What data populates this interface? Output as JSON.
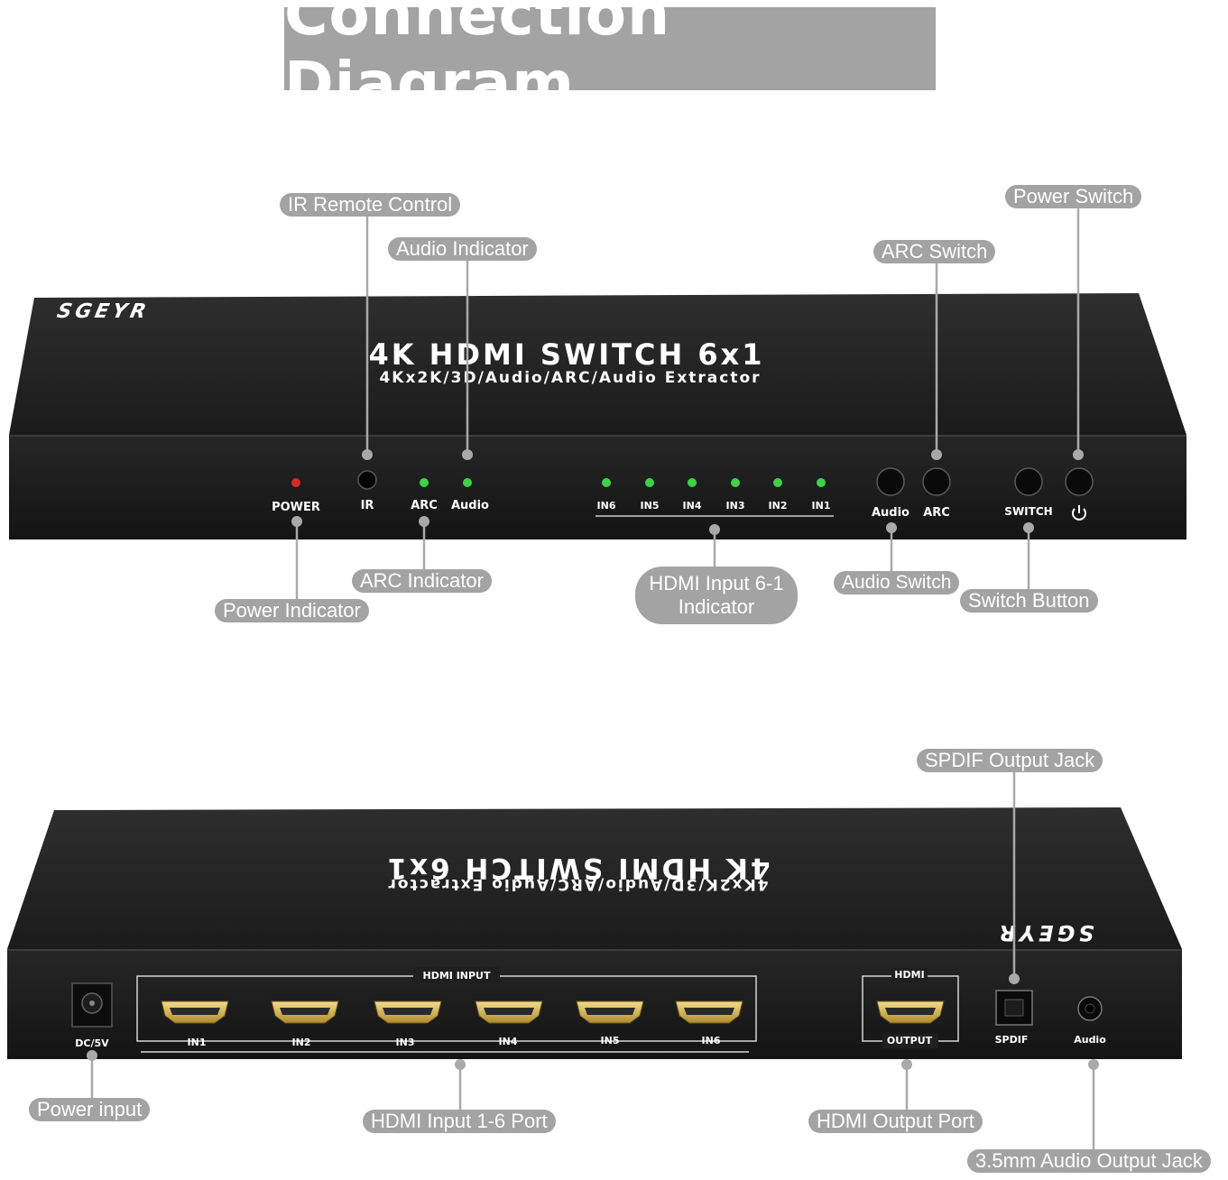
{
  "title": "Connection Diagram",
  "front_panel": {
    "brand": "SGEYR",
    "model_line": "4K HDMI SWITCH 6x1",
    "spec_line": "4Kx2K/3D/Audio/ARC/Audio Extractor",
    "panel_labels": {
      "power": "POWER",
      "ir": "IR",
      "arc": "ARC",
      "audio": "Audio",
      "in6": "IN6",
      "in5": "IN5",
      "in4": "IN4",
      "in3": "IN3",
      "in2": "IN2",
      "in1": "IN1",
      "audio_btn": "Audio",
      "arc_btn": "ARC",
      "switch_btn": "SWITCH"
    },
    "power_symbol": "power-icon",
    "colors": {
      "power_led": "#d82a20",
      "status_led": "#3fd14a"
    }
  },
  "rear_panel": {
    "brand": "SGEYR",
    "model_line": "4K HDMI SWITCH 6x1",
    "spec_line": "4Kx2K/3D/Audio/ARC/Audio Extractor",
    "panel_labels": {
      "dc": "DC/5V",
      "hdmi_input": "HDMI INPUT",
      "in1": "IN1",
      "in2": "IN2",
      "in3": "IN3",
      "in4": "IN4",
      "in5": "IN5",
      "in6": "IN6",
      "hdmi": "HDMI",
      "output": "OUTPUT",
      "spdif": "SPDIF",
      "audio": "Audio"
    }
  },
  "callouts": {
    "ir_remote": "IR Remote Control",
    "audio_indicator": "Audio Indicator",
    "arc_switch": "ARC Switch",
    "power_switch": "Power Switch",
    "arc_indicator": "ARC Indicator",
    "power_indicator": "Power Indicator",
    "hdmi_input_indicator": "HDMI Input 6-1 Indicator",
    "audio_switch": "Audio Switch",
    "switch_button": "Switch Button",
    "spdif_jack": "SPDIF Output Jack",
    "power_input": "Power input",
    "hdmi_input_port": "HDMI Input 1-6 Port",
    "hdmi_output_port": "HDMI Output Port",
    "audio_jack": "3.5mm Audio Output Jack"
  }
}
